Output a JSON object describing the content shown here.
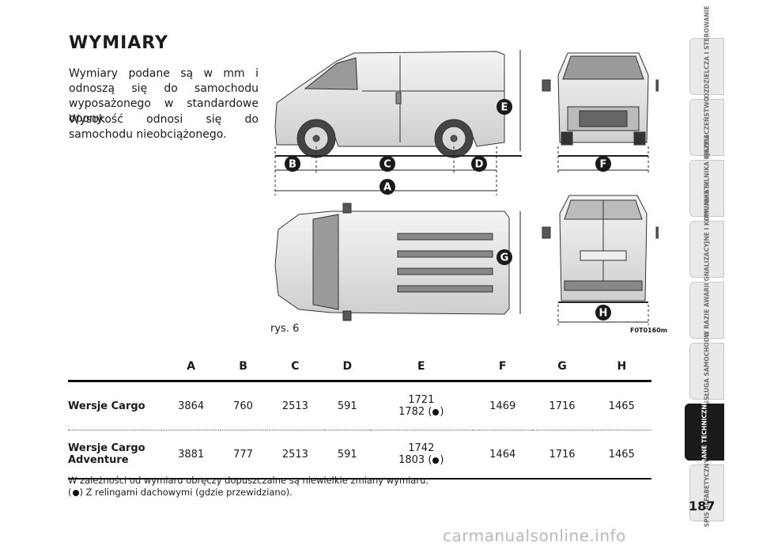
{
  "title": "WYMIARY",
  "intro": {
    "p1": "Wymiary podane są w mm i odnoszą się do samochodu wyposażonego w standardowe opony.",
    "p2": "Wysokość odnosi się do samochodu nieobciążonego."
  },
  "figure": {
    "label": "rys. 6",
    "code": "F0T0160m",
    "markers": [
      "A",
      "B",
      "C",
      "D",
      "E",
      "F",
      "G",
      "H"
    ]
  },
  "table": {
    "columns": [
      "A",
      "B",
      "C",
      "D",
      "E",
      "F",
      "G",
      "H"
    ],
    "rows": [
      {
        "label": "Wersje Cargo",
        "A": "3864",
        "B": "760",
        "C": "2513",
        "D": "591",
        "E1": "1721",
        "E2": "1782 (",
        "E3": ")",
        "F": "1469",
        "G": "1716",
        "H": "1465"
      },
      {
        "label": "Wersje Cargo Adventure",
        "A": "3881",
        "B": "777",
        "C": "2513",
        "D": "591",
        "E1": "1742",
        "E2": "1803 (",
        "E3": ")",
        "F": "1464",
        "G": "1716",
        "H": "1465"
      }
    ]
  },
  "footnote": {
    "line1": "W zależności od wymiaru obręczy dopuszczalne są niewielkie zmiany wymiaru.",
    "line2_pre": "(",
    "line2_post": ") Z relingami dachowymi (gdzie przewidziano)."
  },
  "tabs": [
    {
      "label": "DESKA ROZDZIELCZA I STEROWANIE",
      "active": false
    },
    {
      "label": "BEZPIECZEŃSTWO",
      "active": false
    },
    {
      "label": "URUCHAMIANIE SILNIKA I JAZDA",
      "active": false
    },
    {
      "label": "LAMPKI SYGNALIZACYJNE I KOMUNIKATY",
      "active": false
    },
    {
      "label": "W RAZIE AWARII",
      "active": false
    },
    {
      "label": "OBSŁUGA SAMOCHODU",
      "active": false
    },
    {
      "label": "DANE TECHNICZNE",
      "active": true
    },
    {
      "label": "SPIS ALFABETYCZNY",
      "active": false
    }
  ],
  "page_number": "187",
  "watermark": "carmanualsonline.info"
}
